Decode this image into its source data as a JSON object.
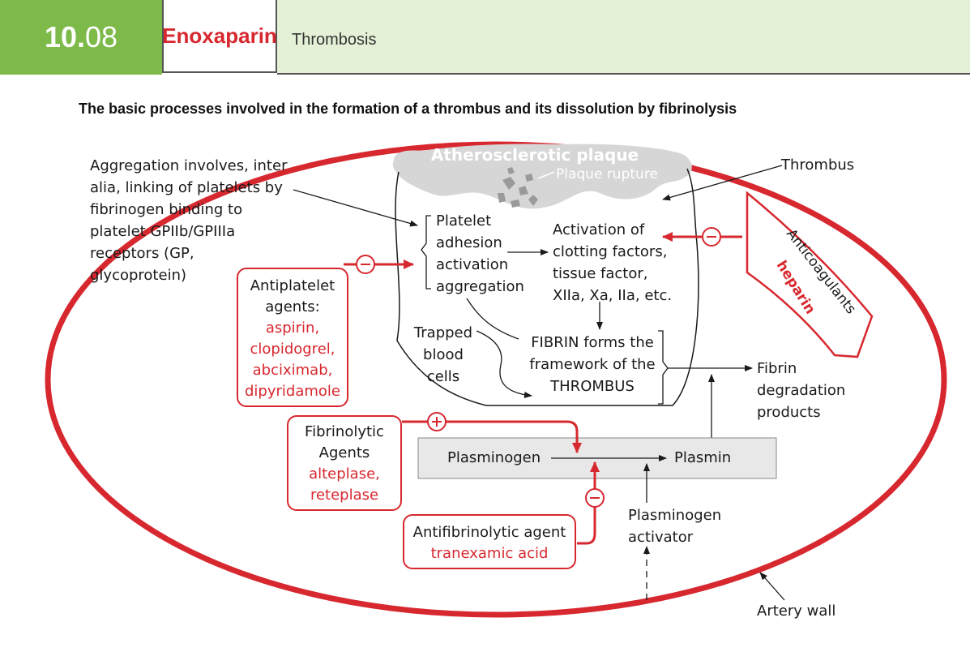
{
  "header": {
    "section_number_bold": "10.",
    "section_number_rest": "08",
    "drug": "Enoxaparin",
    "topic": "Thrombosis"
  },
  "figure_title": "The basic processes involved in the formation of a thrombus and its dissolution by fibrinolysis",
  "plaque": {
    "title": "Atherosclerotic plaque",
    "rupture": "Plaque rupture"
  },
  "aggregation_note": [
    "Aggregation involves, inter",
    "alia, linking of platelets by",
    "fibrinogen binding to",
    "platelet GPIIb/GPIIIa",
    "receptors (GP,",
    "glycoprotein)"
  ],
  "platelet_steps": [
    "Platelet",
    "adhesion",
    "activation",
    "aggregation"
  ],
  "clotting": [
    "Activation of",
    "clotting factors,",
    "tissue factor,",
    "XIIa, Xa, IIa, etc."
  ],
  "trapped": [
    "Trapped",
    "blood",
    "cells"
  ],
  "fibrin": [
    "FIBRIN forms the",
    "framework of the",
    "THROMBUS"
  ],
  "fibrin_products": [
    "Fibrin",
    "degradation",
    "products"
  ],
  "thrombus_label": "Thrombus",
  "artery_wall_label": "Artery wall",
  "antiplatelet": {
    "heading": [
      "Antiplatelet",
      "agents:"
    ],
    "drugs": [
      "aspirin,",
      "clopidogrel,",
      "abciximab,",
      "dipyridamole"
    ]
  },
  "fibrinolytic": {
    "heading": [
      "Fibrinolytic",
      "Agents"
    ],
    "drugs": [
      "alteplase,",
      "reteplase"
    ]
  },
  "antifibrinolytic": {
    "heading": "Antifibrinolytic agent",
    "drug": "tranexamic acid"
  },
  "plasminogen": "Plasminogen",
  "plasmin": "Plasmin",
  "plasminogen_activator": [
    "Plasminogen",
    "activator"
  ],
  "anticoagulants": {
    "label": "Anticoagulants",
    "drug": "heparin"
  },
  "signs": {
    "minus": "−",
    "plus": "+"
  },
  "colors": {
    "accent_red": "#d7282f",
    "header_green": "#7dba4a",
    "header_light_green": "#e4f1d6",
    "plaque_gray": "#d9d9d9"
  }
}
